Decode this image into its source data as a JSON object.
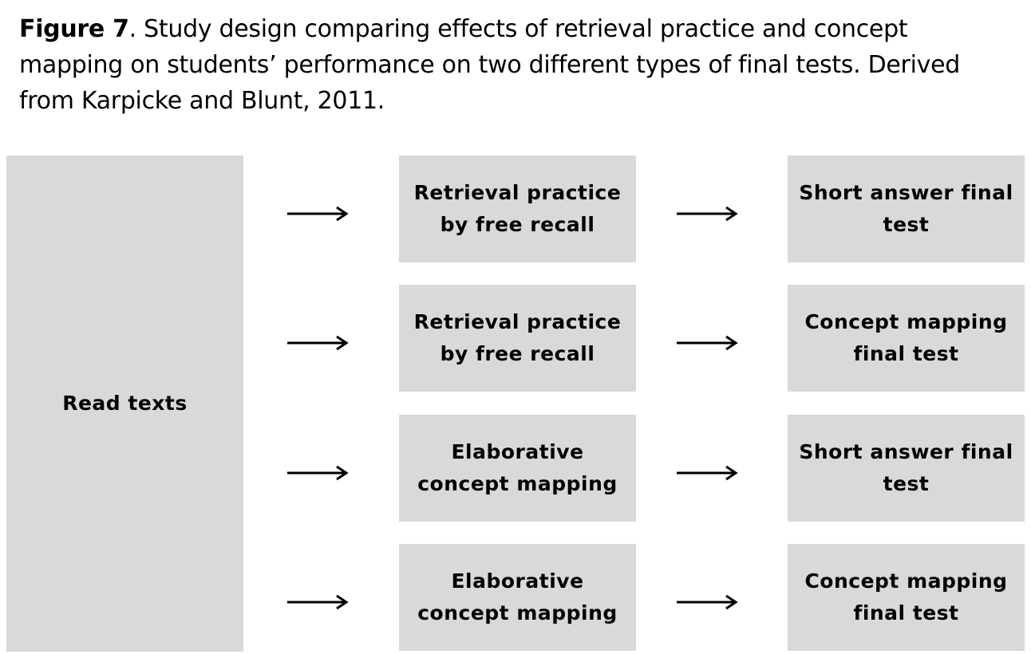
{
  "caption": {
    "label": "Figure 7",
    "text": ". Study design comparing effects of retrieval practice and concept mapping on students’ performance on two different types of final tests. Derived from Karpicke and Blunt, 2011."
  },
  "diagram": {
    "start": "Read texts",
    "rows": [
      {
        "practice": "Retrieval practice\nby free recall",
        "final_test": "Short answer final\ntest"
      },
      {
        "practice": "Retrieval practice\nby free recall",
        "final_test": "Concept mapping\nfinal test"
      },
      {
        "practice": "Elaborative\nconcept mapping",
        "final_test": "Short answer final\ntest"
      },
      {
        "practice": "Elaborative\nconcept mapping",
        "final_test": "Concept mapping\nfinal test"
      }
    ],
    "colors": {
      "box_fill": "#d9d9d9",
      "arrow": "#000000"
    }
  }
}
